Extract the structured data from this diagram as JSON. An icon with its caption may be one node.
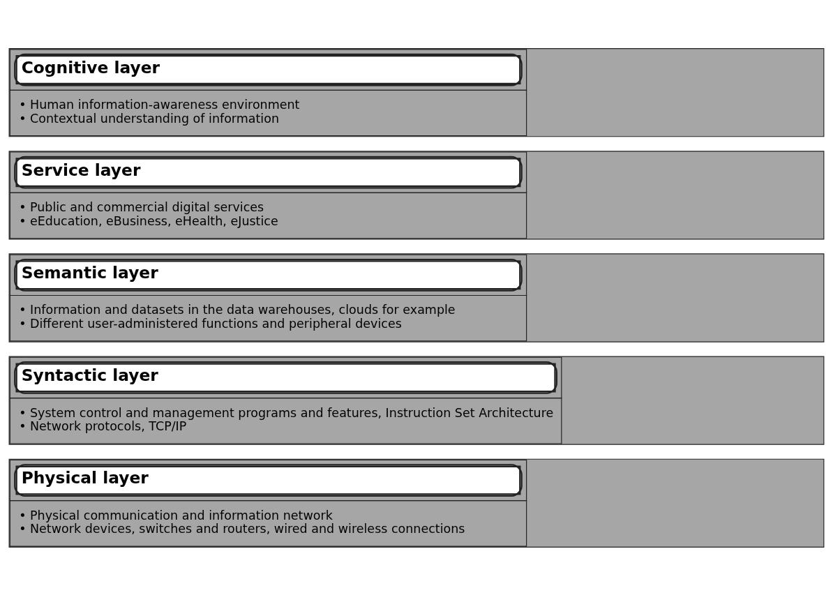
{
  "diagram": {
    "nodes": [
      {
        "text": [
          "Cognitive layer",
          "• Human information-awareness environment",
          "• Contextual understanding of information"
        ]
      },
      {
        "text": [
          "Service layer",
          "• Public and commercial digital services",
          "• eEducation, eBusiness, eHealth, eJustice"
        ]
      },
      {
        "text": [
          "Semantic layer",
          "• Information and datasets in the data warehouses, clouds for example",
          "• Different user-administered functions and peripheral devices"
        ]
      },
      {
        "text": [
          "Syntactic layer",
          "• System control and management programs and features, Instruction Set Architecture",
          "• Network protocols, TCP/IP"
        ]
      },
      {
        "text": [
          "Physical layer",
          "• Physical communication and information network",
          "• Network devices, switches and routers, wired and wireless connections"
        ]
      }
    ],
    "edges": []
  }
}
